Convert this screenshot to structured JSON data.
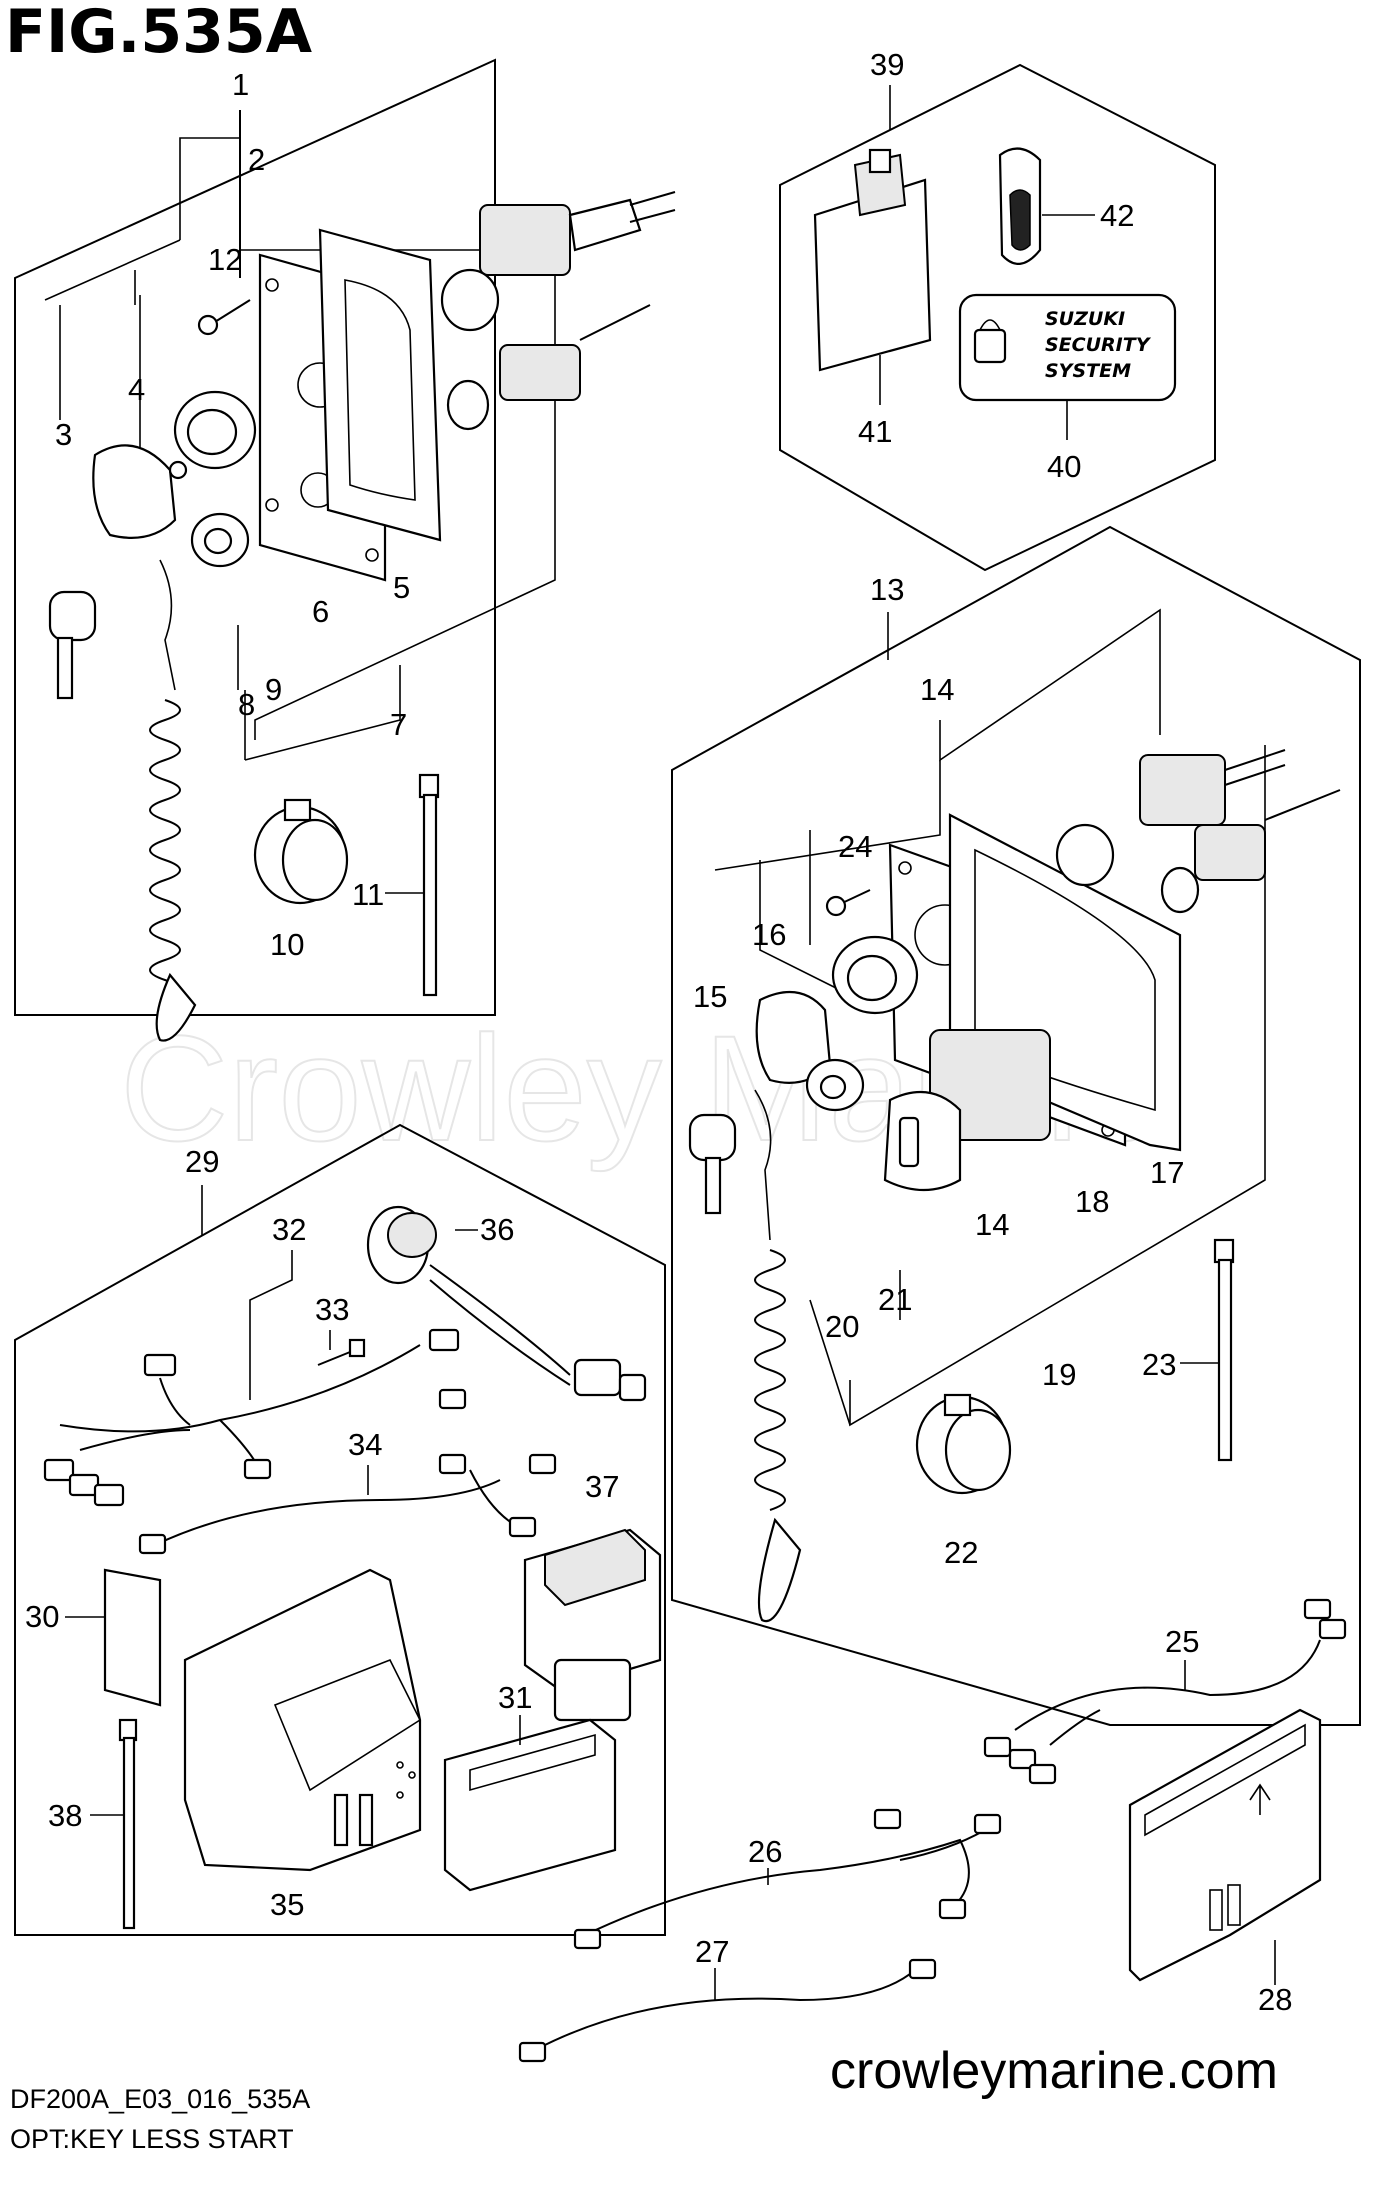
{
  "figure": {
    "title": "FIG.535A",
    "drawing_code": "DF200A_E03_016_535A",
    "subtitle": "OPT:KEY LESS START",
    "watermark": "Crowley Marine",
    "website": "crowleymarine.com"
  },
  "security_label": {
    "line1": "SUZUKI",
    "line2": "SECURITY",
    "line3": "SYSTEM"
  },
  "callouts": {
    "c1": "1",
    "c2": "2",
    "c3": "3",
    "c4": "4",
    "c5": "5",
    "c6": "6",
    "c7": "7",
    "c8": "8",
    "c9": "9",
    "c10": "10",
    "c11": "11",
    "c12": "12",
    "c13": "13",
    "c14a": "14",
    "c14b": "14",
    "c15": "15",
    "c16": "16",
    "c17": "17",
    "c18": "18",
    "c19": "19",
    "c20": "20",
    "c21": "21",
    "c22": "22",
    "c23": "23",
    "c24": "24",
    "c25": "25",
    "c26": "26",
    "c27": "27",
    "c28": "28",
    "c29": "29",
    "c30": "30",
    "c31": "31",
    "c32": "32",
    "c33": "33",
    "c34": "34",
    "c35": "35",
    "c36": "36",
    "c37": "37",
    "c38": "38",
    "c39": "39",
    "c40": "40",
    "c41": "41",
    "c42": "42"
  }
}
